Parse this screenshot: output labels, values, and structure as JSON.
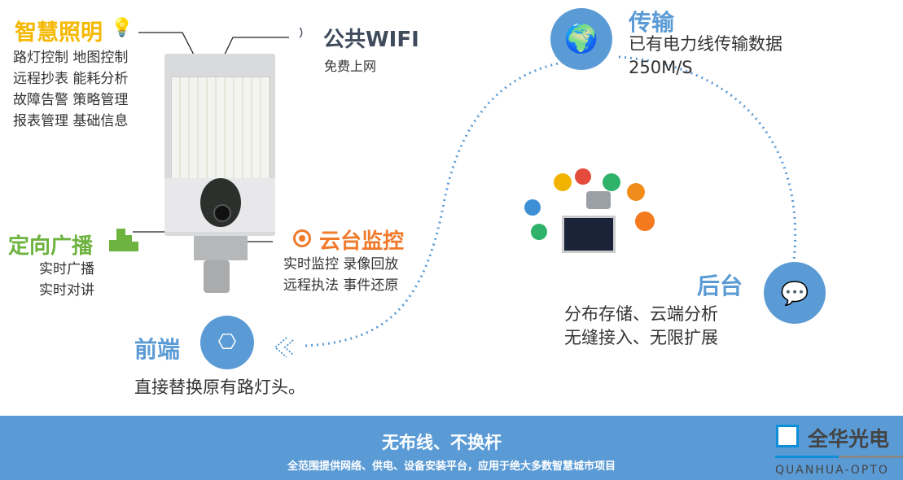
{
  "lighting": {
    "title": "智慧照明",
    "lines": [
      "路灯控制 地图控制",
      "远程抄表 能耗分析",
      "故障告警 策略管理",
      "报表管理 基础信息"
    ],
    "color": "#f5b800"
  },
  "wifi": {
    "title": "公共WIFI",
    "sub": "免费上网",
    "color": "#3f4a5a"
  },
  "broadcast": {
    "title": "定向广播",
    "lines": [
      "实时广播",
      "实时对讲"
    ],
    "color": "#6db33f"
  },
  "ptz": {
    "title": "云台监控",
    "lines": [
      "实时监控 录像回放",
      "远程执法 事件还原"
    ],
    "color": "#f07a2a"
  },
  "transfer": {
    "title": "传输",
    "lines": [
      "已有电力线传输数据",
      "250M/S"
    ]
  },
  "backend": {
    "title": "后台",
    "lines": [
      "分布存储、云端分析",
      "无缝接入、无限扩展"
    ]
  },
  "frontend": {
    "title": "前端",
    "sub": "直接替换原有路灯头。"
  },
  "footer": {
    "title": "无布线、不换杆",
    "sub": "全范围提供网络、供电、设备安装平台，应用于绝大多数智慧城市项目"
  },
  "logo": {
    "name": "全华光电",
    "en": "QUANHUA-OPTO"
  },
  "accent": "#5b9bd5"
}
